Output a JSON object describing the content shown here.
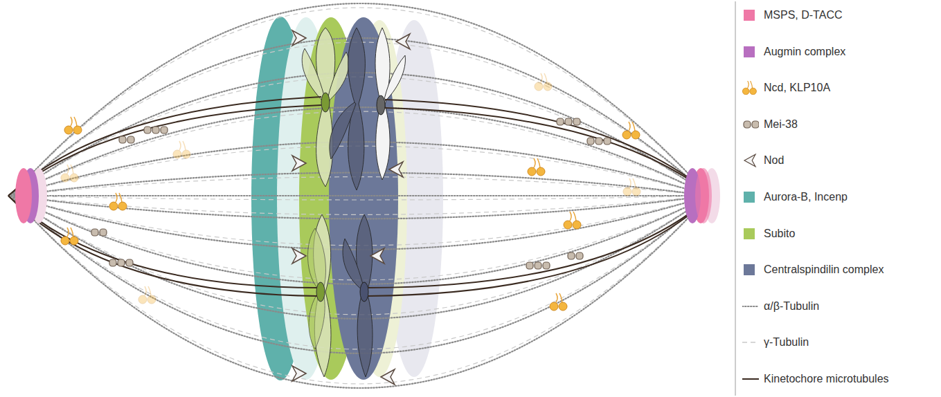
{
  "diagram": {
    "legend": [
      {
        "text": "MSPS, D-TACC",
        "color": "#ef78a6"
      },
      {
        "text": "Augmin complex",
        "color": "#b86fc0"
      },
      {
        "text": "Ncd, KLP10A"
      },
      {
        "text": "Mei-38"
      },
      {
        "text": "Nod"
      },
      {
        "text": "Aurora-B, Incenp",
        "color": "#5fb1ab"
      },
      {
        "text": "Subito",
        "color": "#a9ca5b"
      },
      {
        "text": "Centralspindilin complex",
        "color": "#6c7899"
      },
      {
        "text": "α/β-Tubulin"
      },
      {
        "text": "γ-Tubulin"
      },
      {
        "text": "Kinetochore microtubules"
      }
    ]
  }
}
